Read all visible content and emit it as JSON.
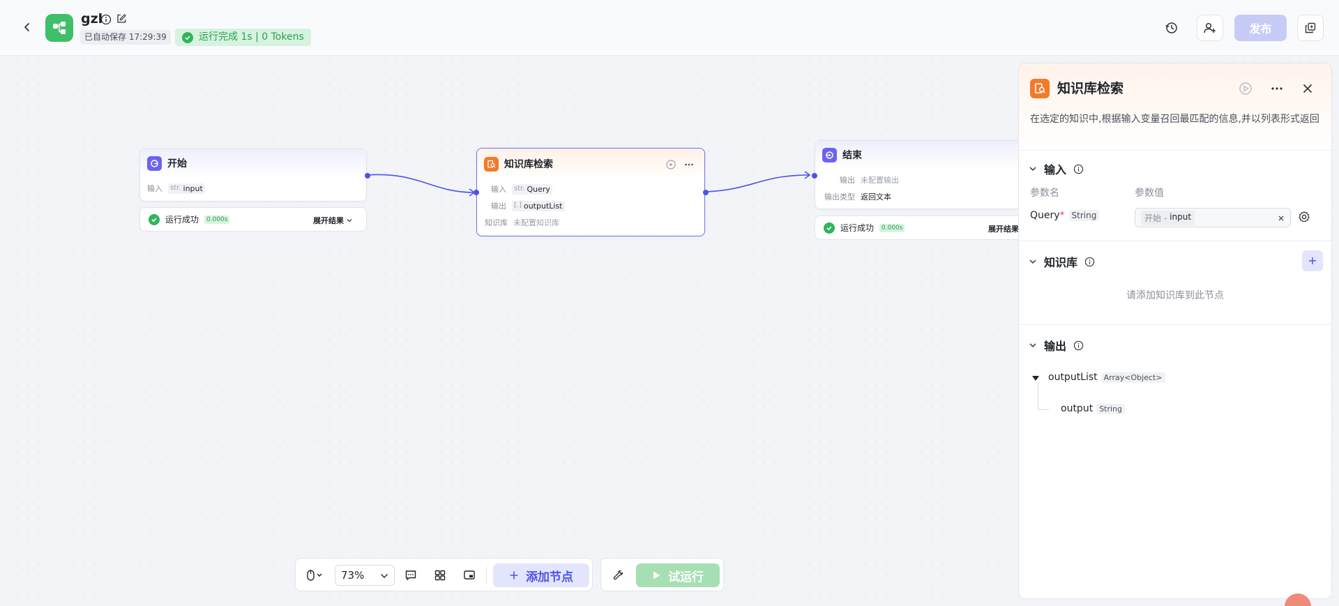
{
  "header": {
    "app_name": "gzl",
    "autosave": "已自动保存 17:29:39",
    "run_status": "运行完成 1s | 0 Tokens",
    "publish_label": "发布"
  },
  "nodes": {
    "start": {
      "title": "开始",
      "input_key": "输入",
      "input_type": "str.",
      "input_name": "input",
      "result_status": "运行成功",
      "result_time": "0.000s",
      "expand_label": "展开结果"
    },
    "kb": {
      "title": "知识库检索",
      "input_key": "输入",
      "input_type": "str.",
      "input_name": "Query",
      "output_key": "输出",
      "output_type": "[.]",
      "output_name": "outputList",
      "kb_key": "知识库",
      "kb_value": "未配置知识库"
    },
    "end": {
      "title": "结束",
      "output_key": "输出",
      "output_value": "未配置输出",
      "output_type_key": "输出类型",
      "output_type_value": "返回文本",
      "result_status": "运行成功",
      "result_time": "0.000s",
      "expand_label": "展开结果"
    }
  },
  "toolbar": {
    "zoom": "73%",
    "add_node_label": "添加节点",
    "test_run_label": "试运行"
  },
  "panel": {
    "title": "知识库检索",
    "description": "在选定的知识中,根据输入变量召回最匹配的信息,并以列表形式返回",
    "input_section": {
      "title": "输入",
      "col_name": "参数名",
      "col_value": "参数值",
      "param_name": "Query",
      "required_mark": "*",
      "param_type": "String",
      "ref_source": "开始 -",
      "ref_var": "input"
    },
    "kb_section": {
      "title": "知识库",
      "empty_hint": "请添加知识库到此节点"
    },
    "output_section": {
      "title": "输出",
      "root_name": "outputList",
      "root_type": "Array<Object>",
      "child_name": "output",
      "child_type": "String"
    }
  },
  "colors": {
    "accent": "#4d53e8",
    "success": "#2fb55b",
    "kb_orange": "#f27a2a",
    "start_purple": "#6b63f0"
  }
}
